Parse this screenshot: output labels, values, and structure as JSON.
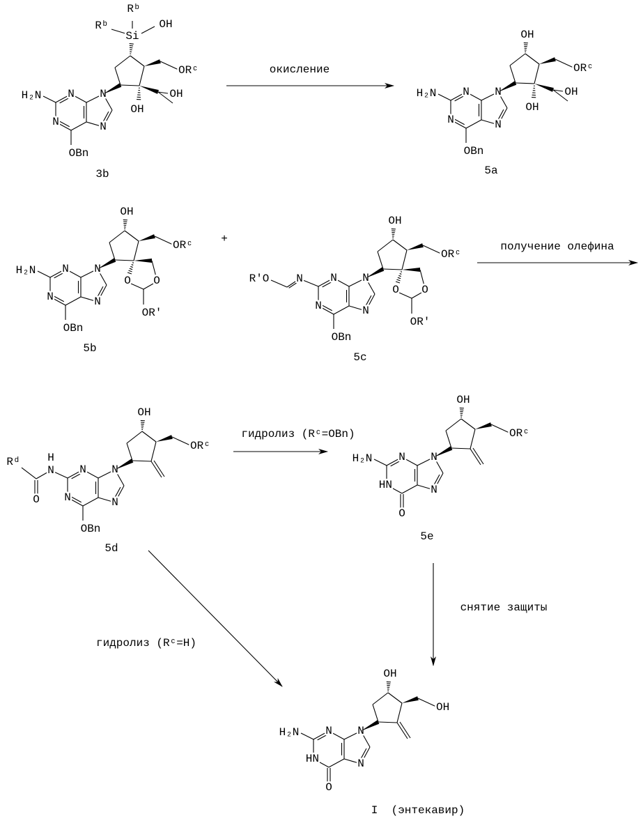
{
  "atoms": {
    "N": "N",
    "O": "O",
    "H": "H",
    "OH": "OH",
    "OBn": "OBn",
    "H2N": "H₂N",
    "HN": "HN",
    "Si": "Si",
    "Rb": "Rᵇ",
    "ORc": "ORᶜ",
    "ORp": "OR'",
    "RpO": "R'O",
    "Rd": "Rᵈ"
  },
  "compounds": [
    {
      "id": "3b",
      "label": "3b"
    },
    {
      "id": "5a",
      "label": "5a"
    },
    {
      "id": "5b",
      "label": "5b"
    },
    {
      "id": "5c",
      "label": "5c"
    },
    {
      "id": "5d",
      "label": "5d"
    },
    {
      "id": "5e",
      "label": "5e"
    },
    {
      "id": "I",
      "label": "I  (энтекавир)"
    }
  ],
  "arrows": {
    "oxidation": "окисление",
    "olefination": "получение олефина",
    "hydrolysis_obn": "гидролиз (Rᶜ=OBn)",
    "deprotection": "снятие защиты",
    "hydrolysis_h": "гидролиз (Rᶜ=H)"
  },
  "plus": "+"
}
